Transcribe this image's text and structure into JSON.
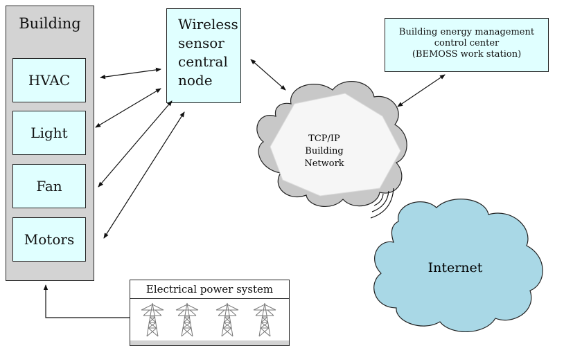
{
  "building": {
    "title": "Building",
    "subsystems": [
      {
        "label": "HVAC"
      },
      {
        "label": "Light"
      },
      {
        "label": "Fan"
      },
      {
        "label": "Motors"
      }
    ]
  },
  "wireless_node": {
    "lines": [
      "Wireless",
      "sensor",
      "central",
      "node"
    ]
  },
  "bemoss": {
    "lines": [
      "Building energy management",
      "control center",
      "(BEMOSS work station)"
    ]
  },
  "tcp_network": {
    "lines": [
      "TCP/IP",
      "Building",
      "Network"
    ]
  },
  "internet": {
    "label": "Internet"
  },
  "power_system": {
    "label": "Electrical power system"
  },
  "colors": {
    "box_fill": "#e0ffff",
    "building_fill": "#d3d3d3",
    "network_cloud": "#c8c8c8",
    "internet_cloud": "#a9d8e6"
  }
}
